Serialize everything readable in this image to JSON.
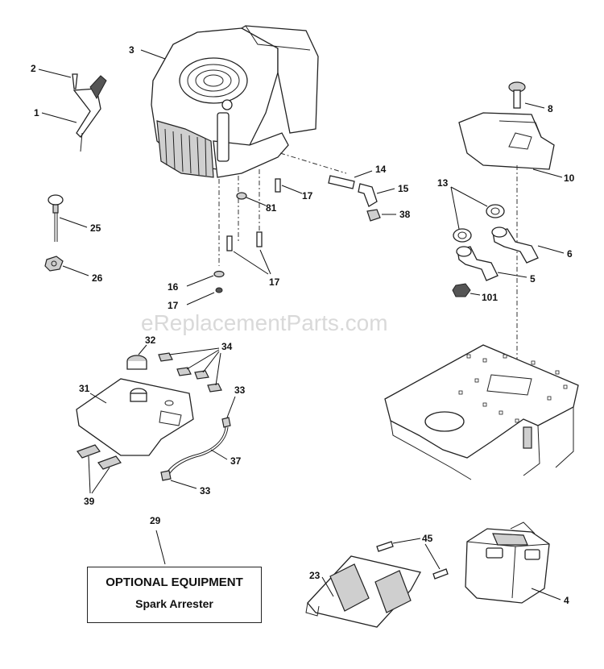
{
  "watermark": "eReplacementParts.com",
  "callouts": {
    "c1": "1",
    "c2": "2",
    "c3": "3",
    "c4": "4",
    "c5": "5",
    "c6": "6",
    "c8": "8",
    "c10": "10",
    "c13": "13",
    "c14": "14",
    "c15": "15",
    "c16": "16",
    "c17a": "17",
    "c17b": "17",
    "c17c": "17",
    "c23": "23",
    "c25": "25",
    "c26": "26",
    "c29": "29",
    "c31": "31",
    "c32": "32",
    "c33a": "33",
    "c33b": "33",
    "c34": "34",
    "c37": "37",
    "c38": "38",
    "c39": "39",
    "c45": "45",
    "c81": "81",
    "c101": "101"
  },
  "optional_equipment": {
    "title": "OPTIONAL EQUIPMENT",
    "subtitle": "Spark Arrester"
  }
}
